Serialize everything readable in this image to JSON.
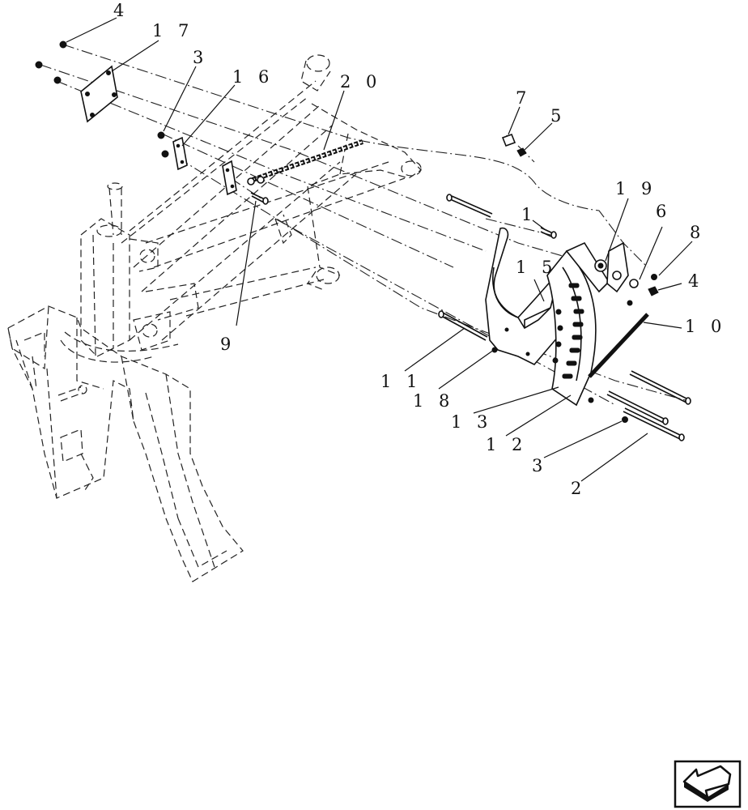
{
  "callouts": [
    {
      "id": "c4a",
      "text": "4"
    },
    {
      "id": "c17",
      "text": "1 7"
    },
    {
      "id": "c3a",
      "text": "3"
    },
    {
      "id": "c16",
      "text": "1 6"
    },
    {
      "id": "c20",
      "text": "2 0"
    },
    {
      "id": "c7",
      "text": "7"
    },
    {
      "id": "c5",
      "text": "5"
    },
    {
      "id": "c19",
      "text": "1 9"
    },
    {
      "id": "c1",
      "text": "1"
    },
    {
      "id": "c6",
      "text": "6"
    },
    {
      "id": "c8",
      "text": "8"
    },
    {
      "id": "c15",
      "text": "1 5"
    },
    {
      "id": "c4b",
      "text": "4"
    },
    {
      "id": "c10",
      "text": "1 0"
    },
    {
      "id": "c9",
      "text": "9"
    },
    {
      "id": "c11",
      "text": "1 1"
    },
    {
      "id": "c18",
      "text": "1 8"
    },
    {
      "id": "c13",
      "text": "1 3"
    },
    {
      "id": "c12",
      "text": "1 2"
    },
    {
      "id": "c3b",
      "text": "3"
    },
    {
      "id": "c2",
      "text": "2"
    }
  ],
  "icons": {
    "nav_arrow": "previous-page-arrow-icon"
  }
}
